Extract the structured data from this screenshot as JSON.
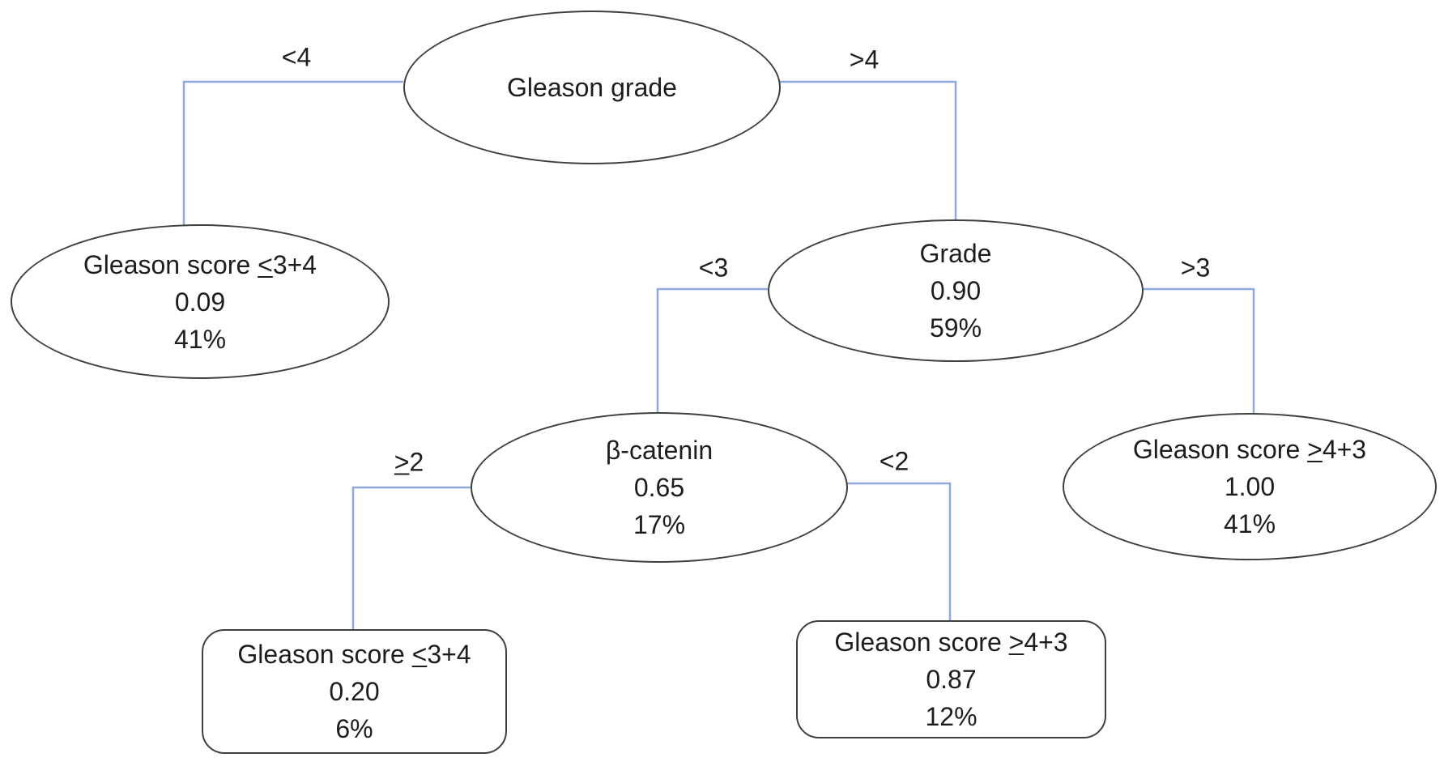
{
  "colors": {
    "connector": "#8faadc",
    "node_border": "#3f3f3f",
    "text": "#1d1d1d",
    "background": "#ffffff"
  },
  "nodes": {
    "root": {
      "label": "Gleason grade"
    },
    "left_leaf": {
      "title": {
        "pre": "Gleason score ",
        "op": "<",
        "post": "3+4"
      },
      "value": "0.09",
      "percent": "41%"
    },
    "grade": {
      "label": "Grade",
      "value": "0.90",
      "percent": "59%"
    },
    "right_leaf": {
      "title": {
        "pre": "Gleason score ",
        "op": ">",
        "post": "4+3"
      },
      "value": "1.00",
      "percent": "41%"
    },
    "bcatenin": {
      "label": "β-catenin",
      "value": "0.65",
      "percent": "17%"
    },
    "bottom_left_leaf": {
      "title": {
        "pre": "Gleason score ",
        "op": "<",
        "post": "3+4"
      },
      "value": "0.20",
      "percent": "6%"
    },
    "bottom_right_leaf": {
      "title": {
        "pre": "Gleason score ",
        "op": ">",
        "post": "4+3"
      },
      "value": "0.87",
      "percent": "12%"
    }
  },
  "branches": {
    "root_left": "<4",
    "root_right": ">4",
    "grade_left": "<3",
    "grade_right": ">3",
    "bcat_left": {
      "op": ">",
      "rest": "2"
    },
    "bcat_right": "<2"
  }
}
